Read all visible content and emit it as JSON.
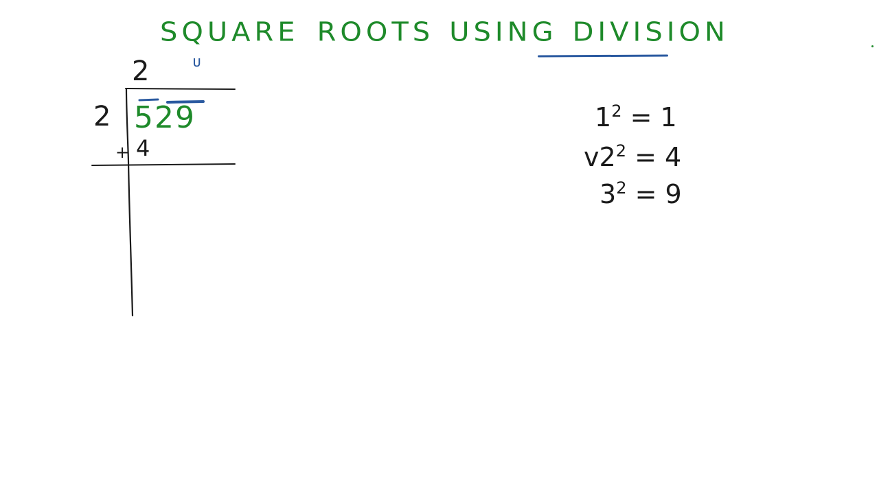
{
  "board": {
    "title": {
      "word1": "SQUARE",
      "word2": "ROOTS",
      "word3": "USING",
      "word4": "DIVISION"
    },
    "division": {
      "quotient_digit": "2",
      "quotient_placeholder": "ᴜ",
      "divisor": "2",
      "dividend": "529",
      "subtrahend": "4",
      "plus_mark": "+"
    },
    "squares": [
      {
        "base": "1",
        "exp": "2",
        "result": "= 1",
        "mark": ""
      },
      {
        "base": "2",
        "exp": "2",
        "result": "= 4",
        "mark": "v"
      },
      {
        "base": "3",
        "exp": "2",
        "result": "= 9",
        "mark": ""
      }
    ]
  },
  "colors": {
    "title": "#1e8a2a",
    "dividend": "#1e8a2a",
    "accent": "#2b5aa0",
    "ink": "#1a1a1a",
    "background": "#ffffff"
  }
}
